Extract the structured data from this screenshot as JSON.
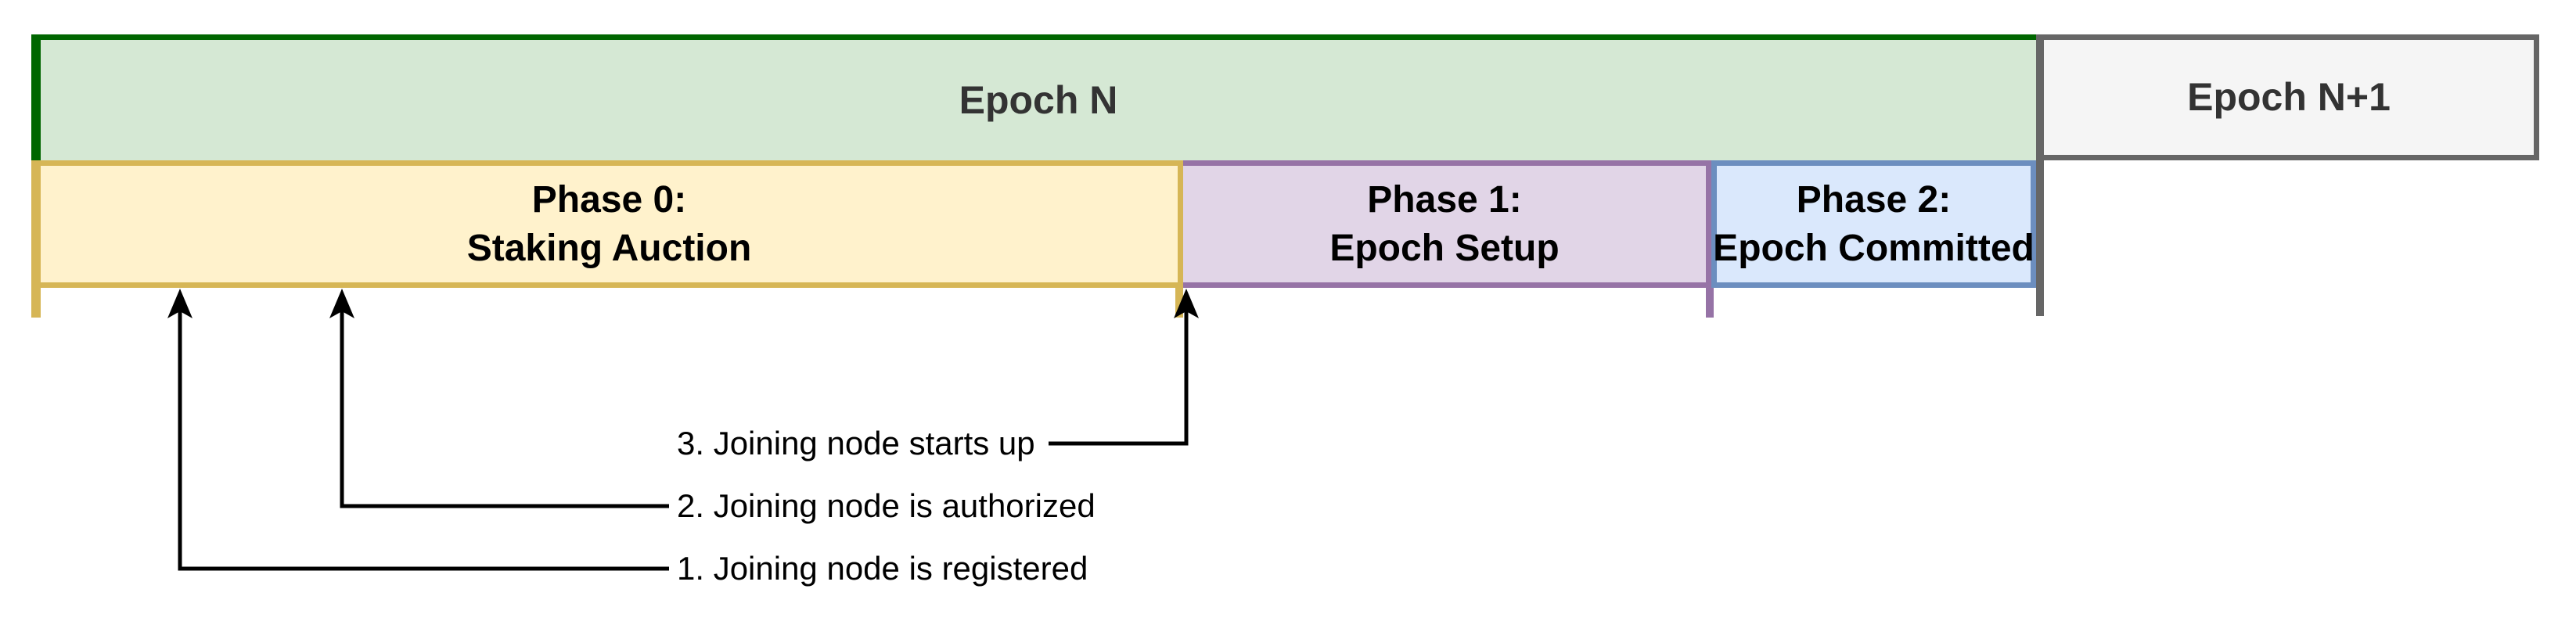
{
  "diagram": {
    "epochs": [
      {
        "label": "Epoch N"
      },
      {
        "label": "Epoch N+1"
      }
    ],
    "phases": [
      {
        "line1": "Phase 0:",
        "line2": "Staking Auction"
      },
      {
        "line1": "Phase 1:",
        "line2": "Epoch Setup"
      },
      {
        "line1": "Phase 2:",
        "line2": "Epoch Committed"
      }
    ],
    "events": [
      {
        "label": "1. Joining node is registered"
      },
      {
        "label": "2. Joining node is authorized"
      },
      {
        "label": "3. Joining node starts up"
      }
    ]
  },
  "colors": {
    "background": "#ffffff",
    "green_fill": "#d5e8d4",
    "green_border": "#006600",
    "yellow_fill": "#fff2cc",
    "yellow_border": "#d6b656",
    "purple_fill": "#e1d5e7",
    "purple_border": "#9673a6",
    "blue_fill": "#dae8fc",
    "blue_border": "#6c8ebf",
    "gray_fill": "#f5f5f5",
    "gray_border": "#666666",
    "epoch_text": "#333333",
    "phase_text": "#000000",
    "arrow": "#000000"
  }
}
